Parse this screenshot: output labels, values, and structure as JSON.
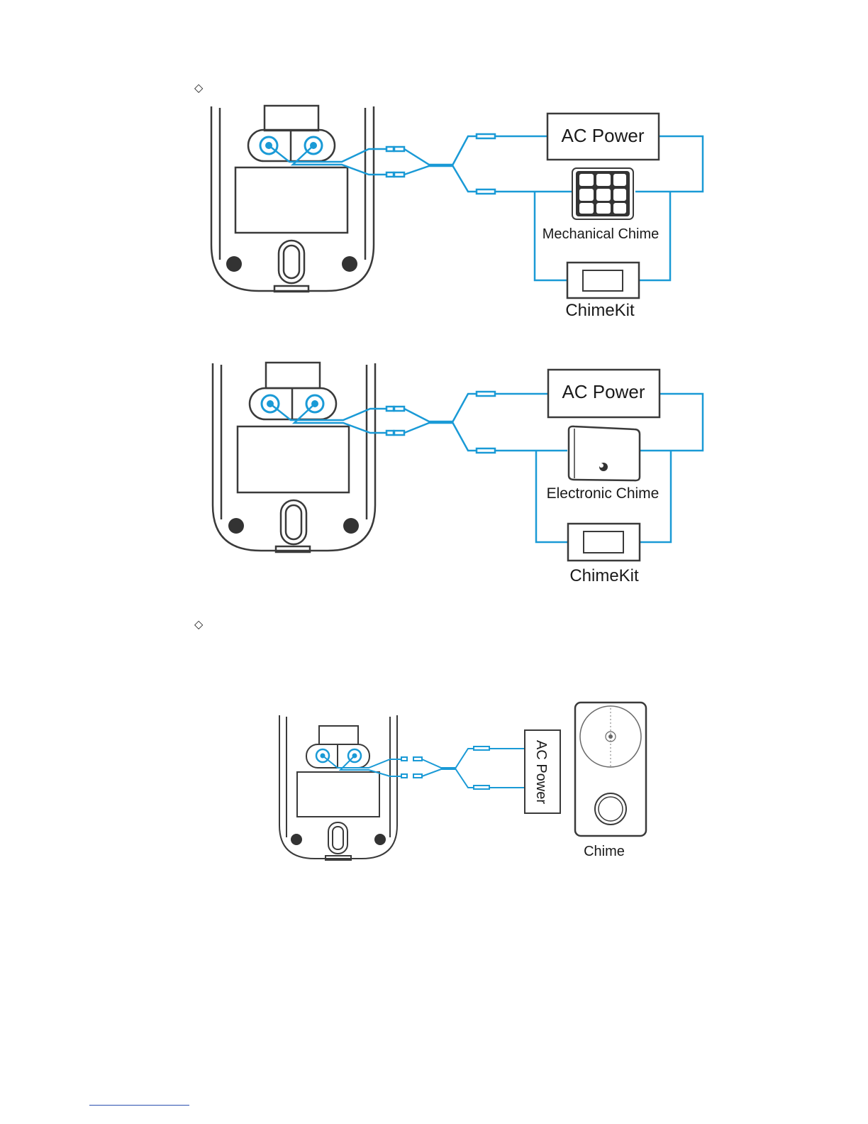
{
  "bullets": {
    "first": "◇",
    "second": "◇"
  },
  "diagram1": {
    "ac_power": "AC Power",
    "chime": "Mechanical Chime",
    "chimekit": "ChimeKit"
  },
  "diagram2": {
    "ac_power": "AC Power",
    "chime": "Electronic Chime",
    "chimekit": "ChimeKit"
  },
  "diagram3": {
    "ac_power": "AC Power",
    "chime": "Chime"
  },
  "colors": {
    "wire": "#1a9ad6",
    "outline": "#3a3a3a",
    "fill_dark": "#333333"
  }
}
